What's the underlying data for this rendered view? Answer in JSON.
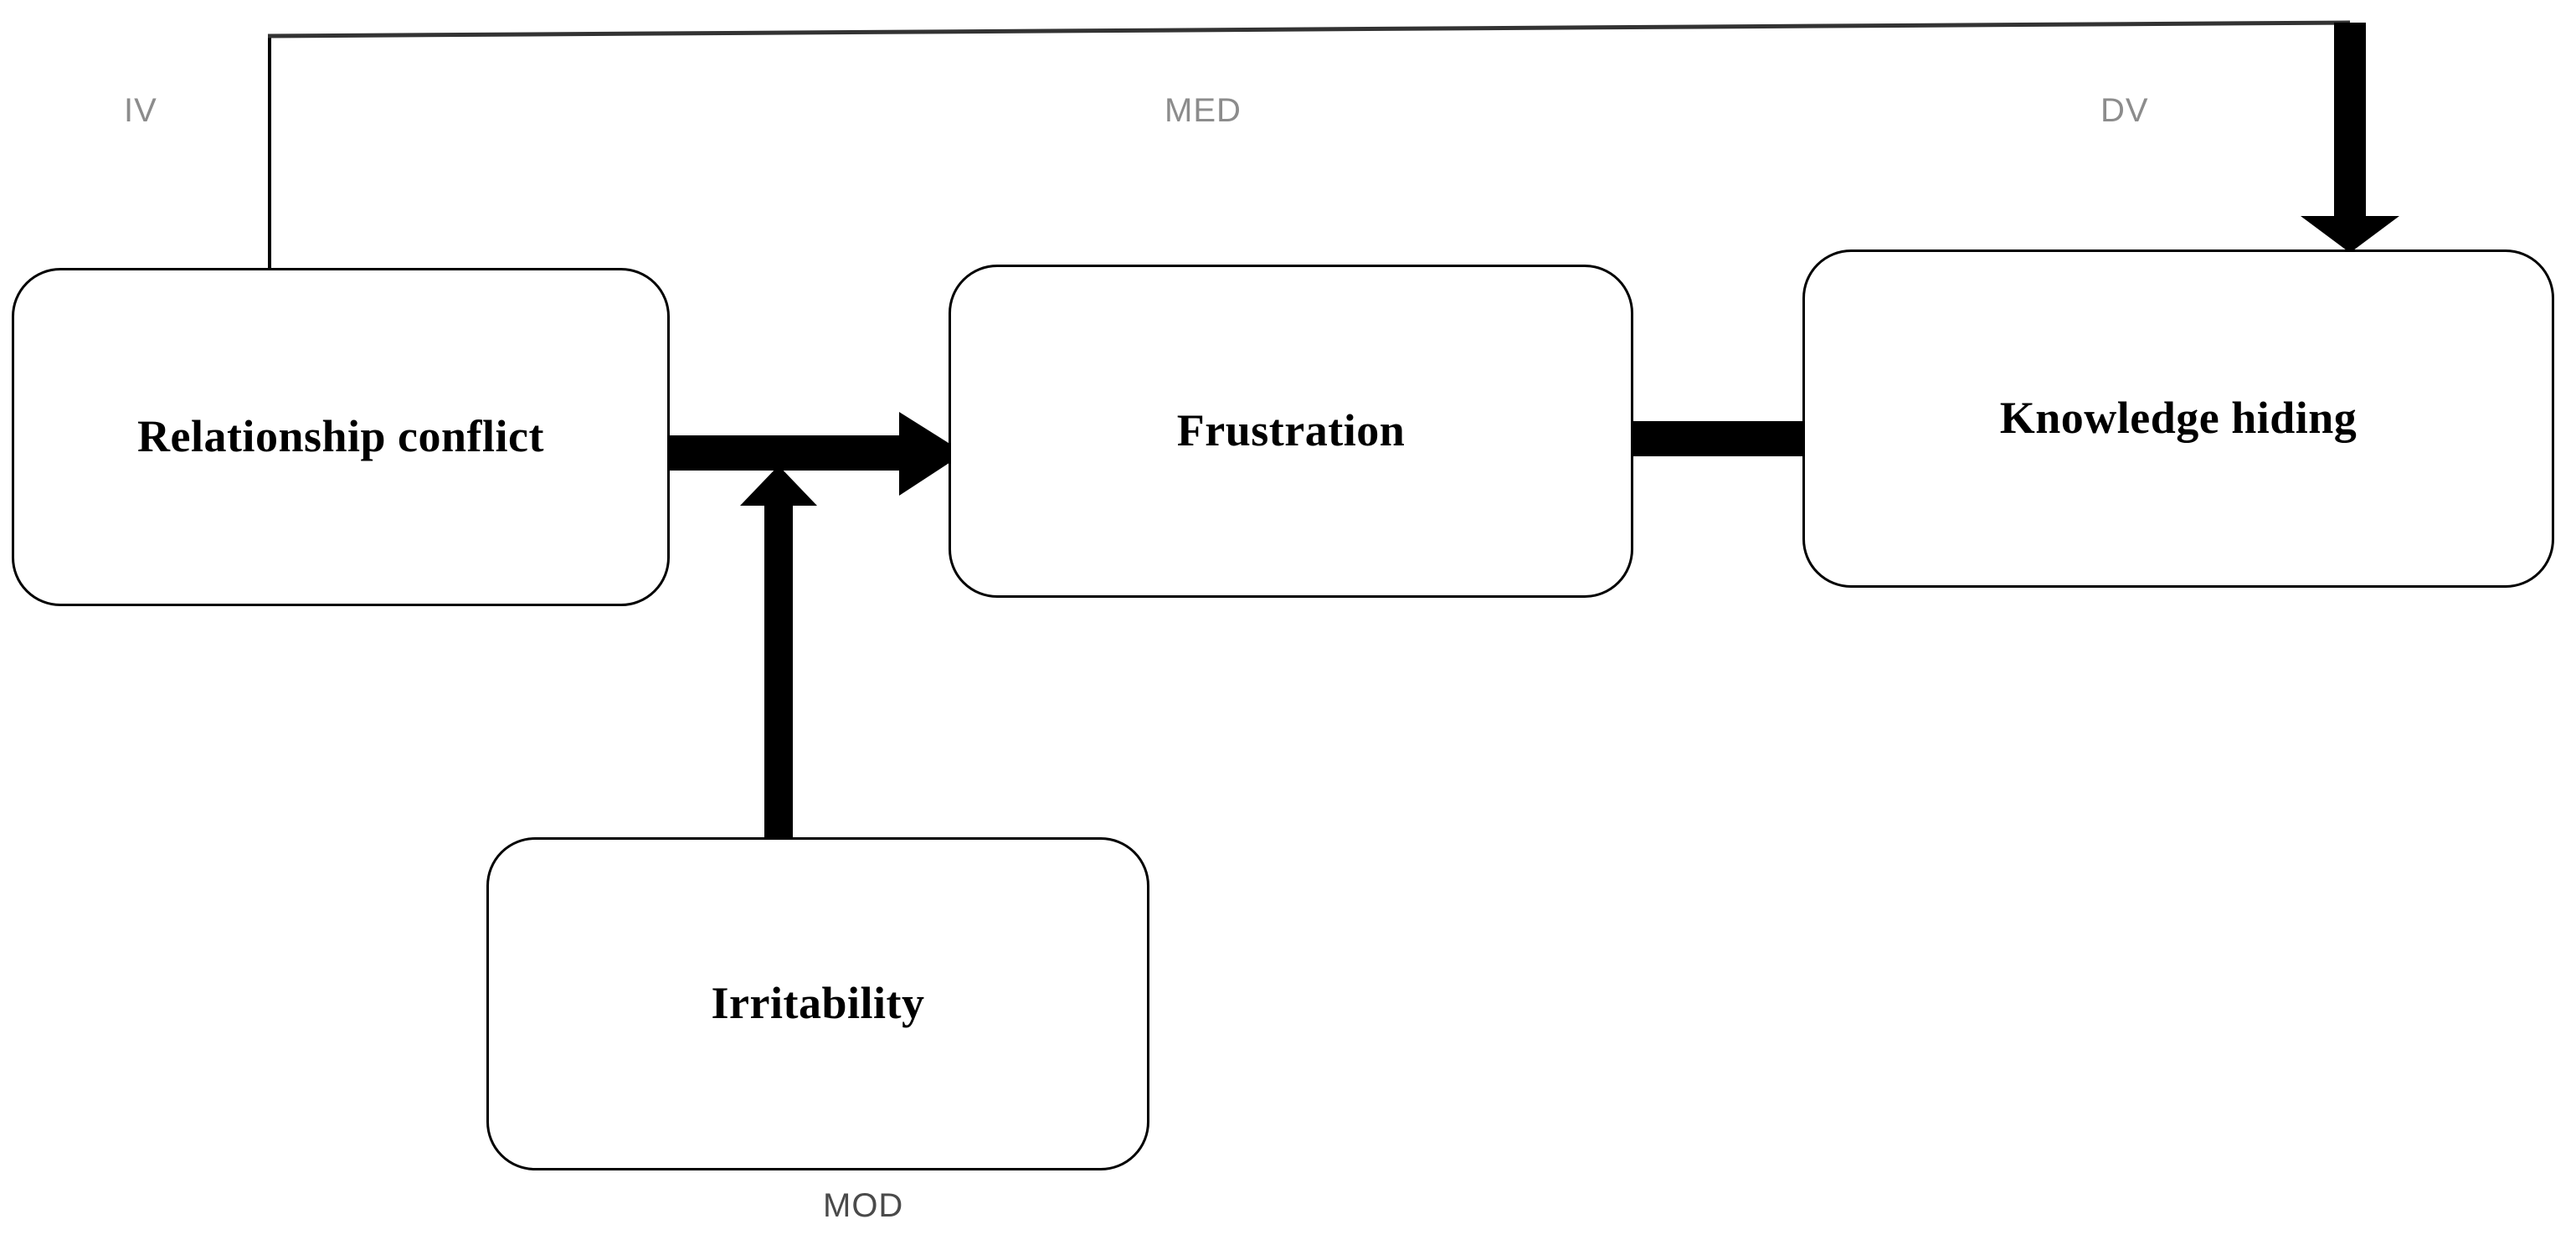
{
  "diagram": {
    "type": "moderated-mediation-model",
    "background_color": "#ffffff",
    "line_color": "#000000",
    "role_label_color": "#8c8c8c",
    "nodes": [
      {
        "id": "relationship-conflict",
        "label": "Relationship conflict",
        "role": "IV"
      },
      {
        "id": "frustration",
        "label": "Frustration",
        "role": "MED"
      },
      {
        "id": "knowledge-hiding",
        "label": "Knowledge hiding",
        "role": "DV"
      },
      {
        "id": "irritability",
        "label": "Irritability",
        "role": "MOD"
      }
    ],
    "role_labels": {
      "iv": "IV",
      "med": "MED",
      "dv": "DV",
      "mod": "MOD"
    },
    "edges": [
      {
        "id": "rc-to-frustration",
        "from": "relationship-conflict",
        "to": "frustration",
        "style": "thick-block-arrow",
        "direction": "right"
      },
      {
        "id": "frustration-to-kh",
        "from": "frustration",
        "to": "knowledge-hiding",
        "style": "thick-block-arrow",
        "direction": "right"
      },
      {
        "id": "rc-to-kh-direct",
        "from": "relationship-conflict",
        "to": "knowledge-hiding",
        "style": "thin-line-with-thick-arrow",
        "direction": "down",
        "path": "top-bracket"
      },
      {
        "id": "irritability-to-path",
        "from": "irritability",
        "to": "rc-to-frustration",
        "style": "thick-block-arrow",
        "direction": "up"
      }
    ]
  }
}
